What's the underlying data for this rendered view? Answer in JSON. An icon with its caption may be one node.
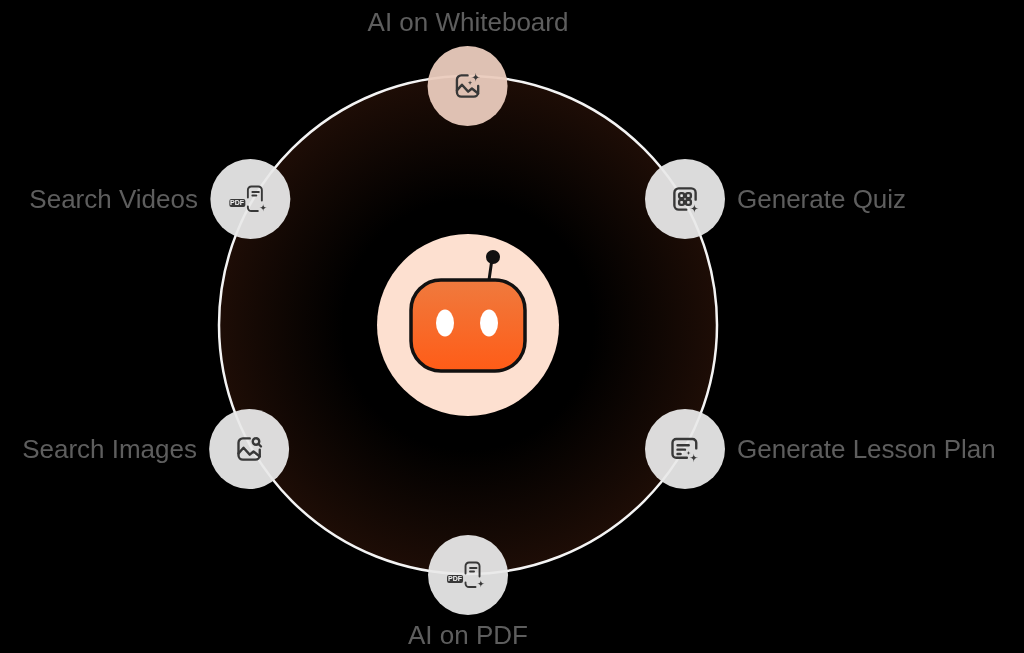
{
  "diagram": {
    "nodes": [
      {
        "text": [
          "AI on Whiteboard"
        ]
      },
      {
        "text": [
          "Search Videos"
        ]
      },
      {
        "text": [
          "Generate Quiz"
        ]
      },
      {
        "text": [],
        "shape": "circle"
      },
      {
        "text": [
          "Search Images"
        ]
      },
      {
        "text": [
          "Generate Lesson Plan"
        ]
      },
      {
        "text": [
          "AI on PDF"
        ]
      }
    ],
    "labels": [
      "PDF",
      "PDF"
    ]
  }
}
